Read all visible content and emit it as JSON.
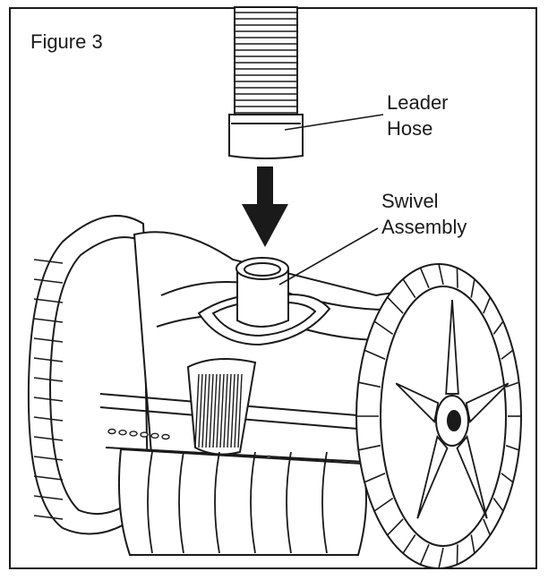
{
  "figure": {
    "title": "Figure 3"
  },
  "labels": {
    "leader_hose": {
      "line1": "Leader",
      "line2": "Hose"
    },
    "swivel_assembly": {
      "line1": "Swivel",
      "line2": "Assembly"
    }
  },
  "colors": {
    "ink": "#1a1a1a",
    "paper": "#ffffff",
    "shade": "#d9d9d9"
  }
}
